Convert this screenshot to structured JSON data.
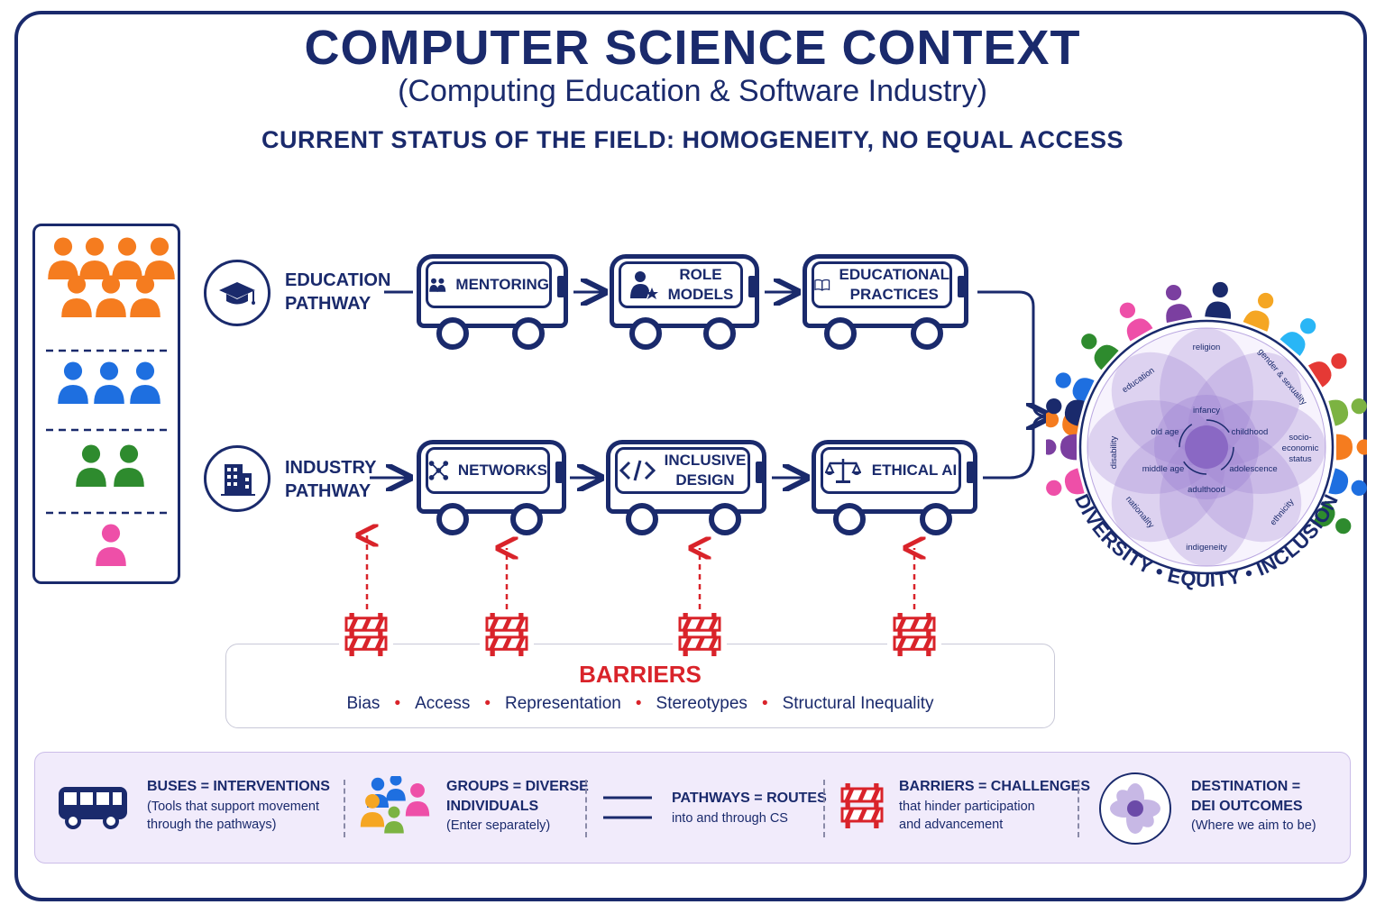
{
  "header": {
    "title": "COMPUTER SCIENCE CONTEXT",
    "subtitle": "(Computing Education & Software Industry)",
    "status": "CURRENT STATUS OF THE FIELD: HOMOGENEITY, NO EQUAL ACCESS"
  },
  "groups": {
    "colors": [
      "#f57c1f",
      "#1e6fe0",
      "#2e8b2e",
      "#ee4fa8"
    ],
    "counts": [
      7,
      3,
      2,
      1
    ]
  },
  "pathways": {
    "education": {
      "label_line1": "EDUCATION",
      "label_line2": "PATHWAY",
      "icon": "graduation-cap-icon",
      "buses": [
        {
          "line1": "MENTORING",
          "line2": "",
          "icon": "people-icon"
        },
        {
          "line1": "ROLE",
          "line2": "MODELS",
          "icon": "person-star-icon"
        },
        {
          "line1": "EDUCATIONAL",
          "line2": "PRACTICES",
          "icon": "book-icon"
        }
      ]
    },
    "industry": {
      "label_line1": "INDUSTRY",
      "label_line2": "PATHWAY",
      "icon": "building-icon",
      "buses": [
        {
          "line1": "NETWORKS",
          "line2": "",
          "icon": "network-icon"
        },
        {
          "line1": "INCLUSIVE",
          "line2": "DESIGN",
          "icon": "code-icon"
        },
        {
          "line1": "ETHICAL AI",
          "line2": "",
          "icon": "scales-icon"
        }
      ]
    }
  },
  "barriers": {
    "title": "BARRIERS",
    "items": [
      "Bias",
      "Access",
      "Representation",
      "Stereotypes",
      "Structural Inequality"
    ],
    "color": "#d9232a"
  },
  "destination": {
    "petals": [
      "religion",
      "gender & sexuality",
      "socio-economic status",
      "ethnicity",
      "indigeneity",
      "nationality",
      "disability",
      "education"
    ],
    "life_stages": [
      "infancy",
      "childhood",
      "adolescence",
      "adulthood",
      "middle age",
      "old age"
    ],
    "arc_words": [
      "DIVERSITY",
      "•",
      "EQUITY",
      "•",
      "INCLUSION"
    ],
    "petal_color": "#9b7fd0",
    "people_colors": [
      "#f57c1f",
      "#1e6fe0",
      "#2e8b2e",
      "#ee4fa8",
      "#7b3fa0",
      "#1a2a6c",
      "#f5a623",
      "#29b6f6",
      "#e53935",
      "#7cb342"
    ]
  },
  "legend": {
    "buses": {
      "head": "BUSES = INTERVENTIONS",
      "text1": "(Tools that support movement",
      "text2": "through the pathways)"
    },
    "groups": {
      "head1": "GROUPS = DIVERSE",
      "head2": "INDIVIDUALS",
      "text1": "(Enter separately)"
    },
    "pathways": {
      "head": "PATHWAYS = ROUTES",
      "text1": "into and through CS"
    },
    "barriers": {
      "head": "BARRIERS = CHALLENGES",
      "text1": "that hinder participation",
      "text2": "and advancement"
    },
    "destination": {
      "head1": "DESTINATION =",
      "head2": "DEI OUTCOMES",
      "text1": "(Where we aim to be)"
    }
  }
}
